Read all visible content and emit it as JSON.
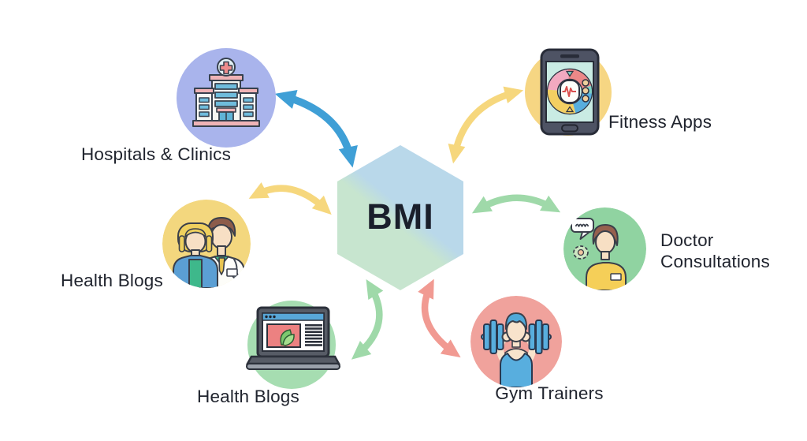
{
  "diagram": {
    "center_label": "BMI",
    "hexagon": {
      "top_color": "#b9d8ea",
      "bottom_color": "#c7e5cf"
    }
  },
  "arrow_colors": {
    "blue": "#3f9fd6",
    "yellow": "#f6d77d",
    "green": "#9fd9a9",
    "red": "#f19a92"
  },
  "text_color": "#20242e",
  "nodes": [
    {
      "id": "hospitals-clinics",
      "label": "Hospitals & Clinics",
      "icon": "hospital-building-icon",
      "circle_color": "#a9b4ec"
    },
    {
      "id": "fitness-apps",
      "label": "Fitness Apps",
      "icon": "fitness-tracker-phone-icon",
      "circle_color": "#f6d683"
    },
    {
      "id": "health-blogs-people",
      "label": "Health Blogs",
      "icon": "doctor-and-patient-icon",
      "circle_color": "#f3d77e"
    },
    {
      "id": "doctor-consultations",
      "label": "Doctor Consultations",
      "icon": "doctor-speech-bubble-icon",
      "circle_color": "#90d3a1"
    },
    {
      "id": "health-blogs-laptop",
      "label": "Health Blogs",
      "icon": "laptop-blog-icon",
      "circle_color": "#a6ddb1"
    },
    {
      "id": "gym-trainers",
      "label": "Gym Trainers",
      "icon": "weightlifter-icon",
      "circle_color": "#f0a29c"
    }
  ]
}
